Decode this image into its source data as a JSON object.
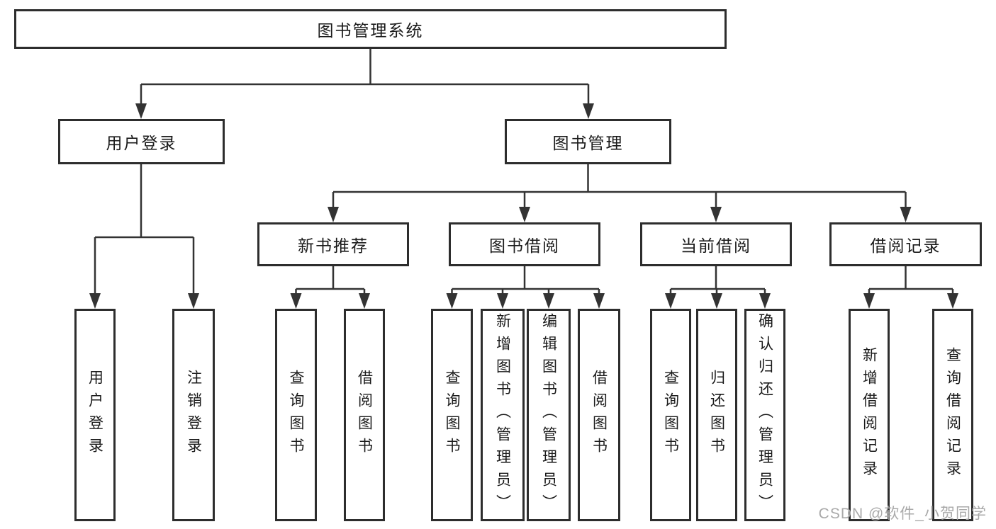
{
  "colors": {
    "line": "#333333",
    "border": "#2d2d2d",
    "text": "#1a1a1a",
    "watermark": "#a9a9a9",
    "background": "#ffffff"
  },
  "tree": {
    "label": "图书管理系统",
    "children": [
      {
        "label": "用户登录",
        "children": [
          {
            "label": "用户登录"
          },
          {
            "label": "注销登录"
          }
        ]
      },
      {
        "label": "图书管理",
        "children": [
          {
            "label": "新书推荐",
            "children": [
              {
                "label": "查询图书"
              },
              {
                "label": "借阅图书"
              }
            ]
          },
          {
            "label": "图书借阅",
            "children": [
              {
                "label": "查询图书"
              },
              {
                "label": "新增图书（管理员）"
              },
              {
                "label": "编辑图书（管理员）"
              },
              {
                "label": "借阅图书"
              }
            ]
          },
          {
            "label": "当前借阅",
            "children": [
              {
                "label": "查询图书"
              },
              {
                "label": "归还图书"
              },
              {
                "label": "确认归还（管理员）"
              }
            ]
          },
          {
            "label": "借阅记录",
            "children": [
              {
                "label": "新增借阅记录"
              },
              {
                "label": "查询借阅记录"
              }
            ]
          }
        ]
      }
    ]
  },
  "watermark": {
    "text": "CSDN @软件_小贺同学"
  }
}
